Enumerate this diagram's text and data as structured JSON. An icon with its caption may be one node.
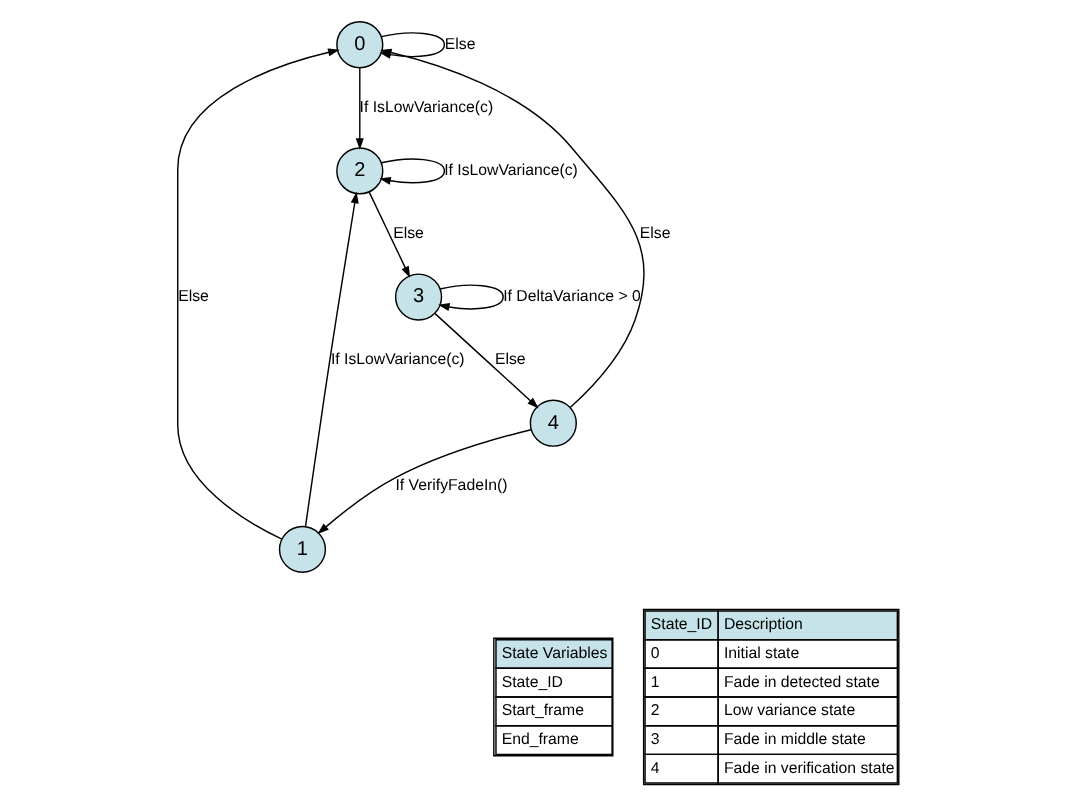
{
  "diagram": {
    "nodes": [
      {
        "text": [
          "0"
        ]
      },
      {
        "text": [
          "1"
        ]
      },
      {
        "text": [
          "2"
        ]
      },
      {
        "text": [
          "3"
        ]
      },
      {
        "text": [
          "4"
        ]
      }
    ],
    "edges": [
      {
        "from": 0,
        "to": 0,
        "arrow": "to",
        "label": "Else"
      },
      {
        "from": 0,
        "to": 2,
        "arrow": "to",
        "label": "If IsLowVariance(c)"
      },
      {
        "from": 2,
        "to": 2,
        "arrow": "to",
        "label": "If IsLowVariance(c)"
      },
      {
        "from": 1,
        "to": 0,
        "arrow": "to",
        "label": "Else"
      },
      {
        "from": 1,
        "to": 2,
        "arrow": "to",
        "label": "If IsLowVariance(c)"
      },
      {
        "from": 2,
        "to": 3,
        "arrow": "to",
        "label": "Else"
      },
      {
        "from": 3,
        "to": 3,
        "arrow": "to",
        "label": "If DeltaVariance > 0"
      },
      {
        "from": 3,
        "to": 4,
        "arrow": "to",
        "label": "Else"
      },
      {
        "from": 4,
        "to": 1,
        "arrow": "to",
        "label": "If VerifyFadeIn()"
      },
      {
        "from": 4,
        "to": 0,
        "arrow": "to",
        "label": "Else"
      }
    ],
    "labels": [
      "State_ID",
      "Description",
      "0",
      "Initial state",
      "1",
      "Fade in detected state",
      "2",
      "Low variance state",
      "3",
      "Fade in middle state",
      "4",
      "Fade in verification state",
      "State Variables",
      "State_ID",
      "Start_frame",
      "End_frame"
    ]
  }
}
